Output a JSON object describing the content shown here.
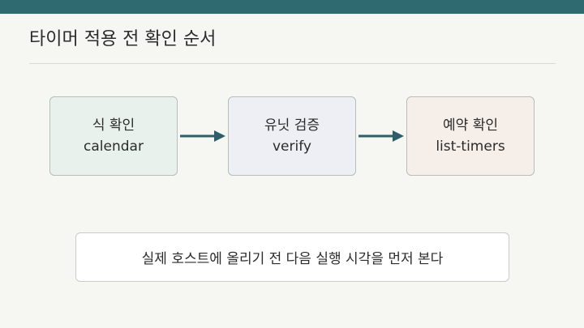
{
  "title": "타이머 적용 전 확인 순서",
  "colors": {
    "accent_bar": "#2f6a70",
    "arrow": "#2f5d68",
    "step1_fill": "#e8f1ec",
    "step2_fill": "#eeeff5",
    "step3_fill": "#f6eee9"
  },
  "steps": [
    {
      "label": "식 확인",
      "command": "calendar"
    },
    {
      "label": "유닛 검증",
      "command": "verify"
    },
    {
      "label": "예약 확인",
      "command": "list-timers"
    }
  ],
  "note": "실제 호스트에 올리기 전 다음 실행 시각을 먼저 본다"
}
